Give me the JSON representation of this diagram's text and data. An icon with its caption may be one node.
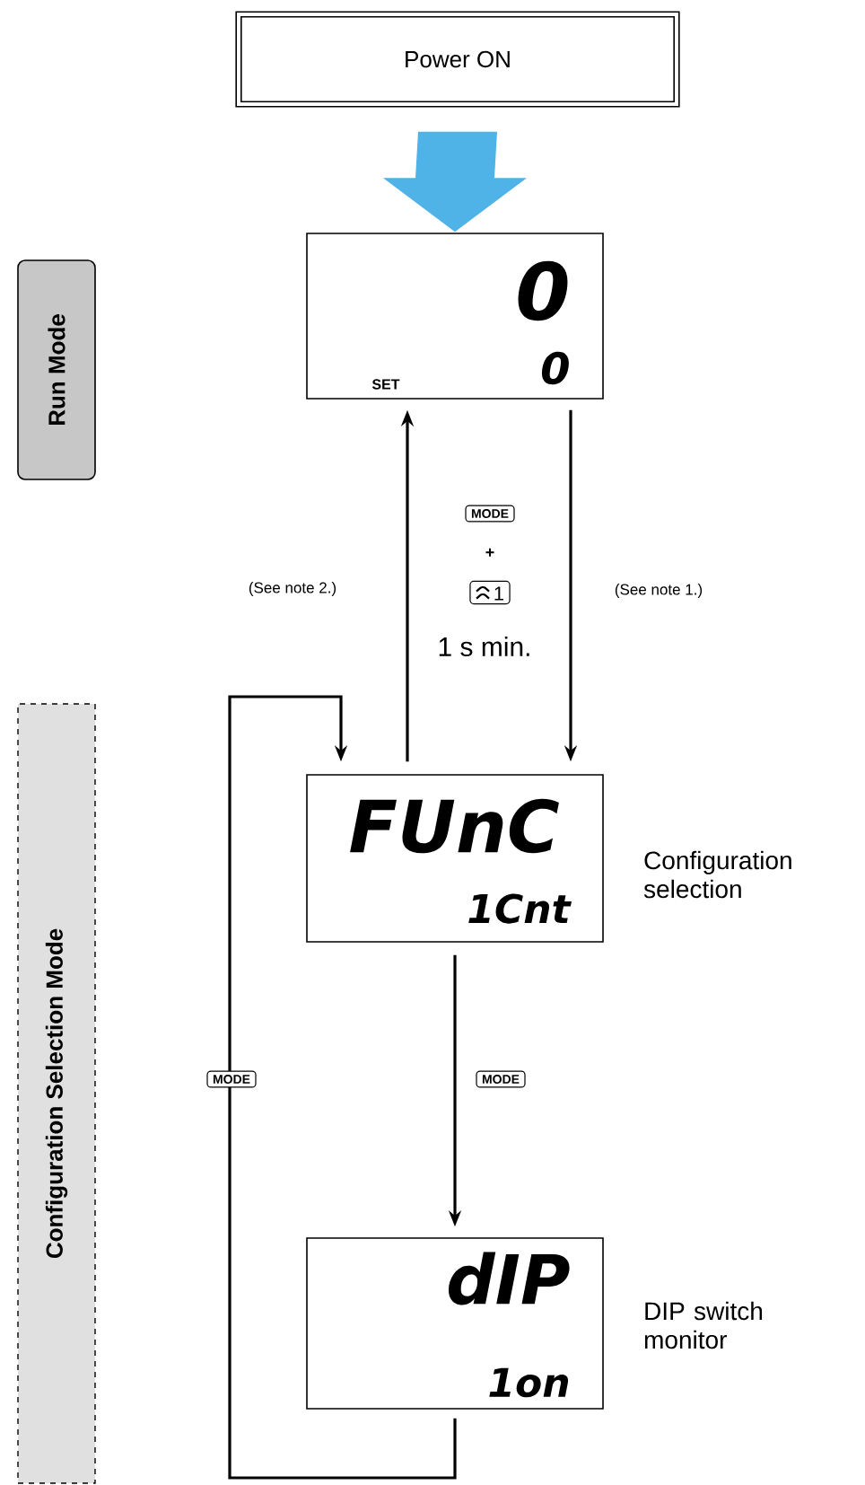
{
  "diagram": {
    "nodes": [
      {
        "text": [
          "Power ON"
        ]
      },
      {
        "text": [
          "0",
          "SET",
          "0"
        ]
      },
      {
        "text": [
          "FUnC",
          "1Cnt"
        ],
        "beside": [
          "Configuration selection"
        ]
      },
      {
        "text": [
          "dIP",
          "1on"
        ],
        "beside": [
          "DIP switch monitor"
        ]
      },
      {
        "text": [
          "Run Mode"
        ]
      },
      {
        "text": [
          "Configuration Selection Mode"
        ]
      }
    ],
    "edges": [
      {
        "from": 0,
        "to": 1,
        "arrow": "to",
        "style": "thick",
        "color": "#4fb3e8"
      },
      {
        "from": 2,
        "to": 1,
        "arrow": "to",
        "label": "(See note 2.)"
      },
      {
        "from": 1,
        "to": 2,
        "arrow": "to",
        "label": "(See note 1.)"
      },
      {
        "from": 2,
        "to": 3,
        "arrow": "to",
        "label": "MODE"
      },
      {
        "from": 3,
        "to": 2,
        "arrow": "to",
        "label": "MODE"
      }
    ],
    "labels": [
      "MODE",
      "+",
      "1",
      "1 s min."
    ]
  }
}
